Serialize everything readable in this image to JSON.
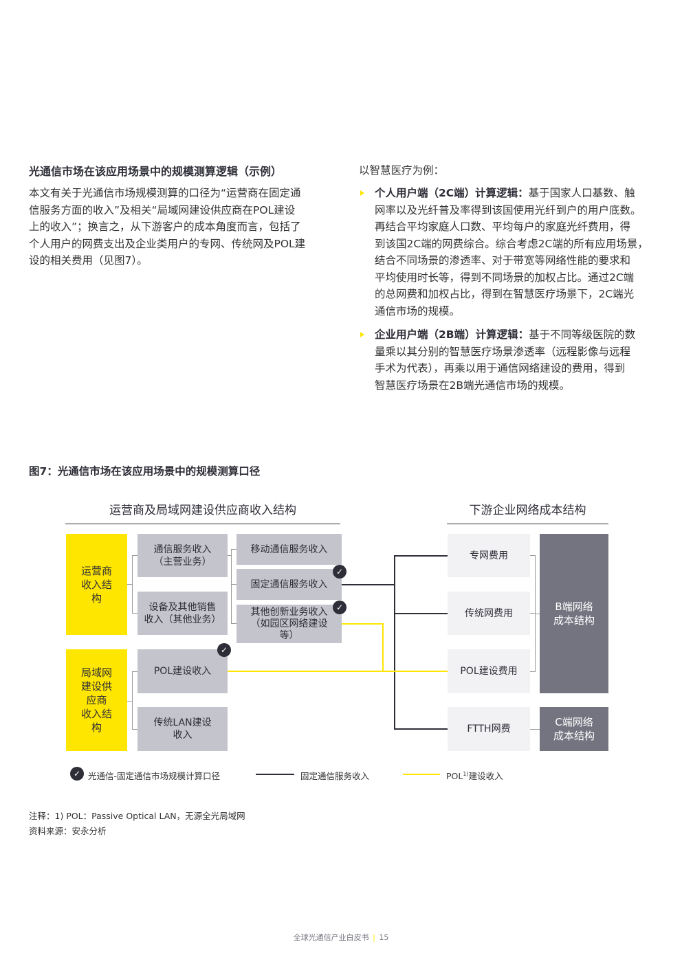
{
  "left": {
    "heading": "光通信市场在该应用场景中的规模测算逻辑（示例）",
    "lines": [
      "本文有关于光通信市场规模测算的口径为“运营商在固定通",
      "信服务方面的收入”及相关“局域网建设供应商在POL建设",
      "上的收入”；换言之，从下游客户的成本角度而言，包括了",
      "个人用户的网费支出及企业类用户的专网、传统网及POL建",
      "设的相关费用（见图7）。"
    ]
  },
  "right": {
    "intro": "以智慧医疗为例：",
    "bullets": [
      {
        "bold": "个人用户端（2C端）计算逻辑：",
        "first": "基于国家人口基数、触",
        "lines": [
          "网率以及光纤普及率得到该国使用光纤到户的用户底数。",
          "再结合平均家庭人口数、平均每户的家庭光纤费用，得",
          "到该国2C端的网费综合。综合考虑2C端的所有应用场景，",
          "结合不同场景的渗透率、对于带宽等网络性能的要求和",
          "平均使用时长等，得到不同场景的加权占比。通过2C端",
          "的总网费和加权占比，得到在智慧医疗场景下，2C端光",
          "通信市场的规模。"
        ]
      },
      {
        "bold": "企业用户端（2B端）计算逻辑：",
        "first": "基于不同等级医院的数",
        "lines": [
          "量乘以其分别的智慧医疗场景渗透率（远程影像与远程",
          "手术为代表），再乘以用于通信网络建设的费用，得到",
          "智慧医疗场景在2B端光通信市场的规模。"
        ]
      }
    ]
  },
  "figure": {
    "title": "图7：光通信市场在该应用场景中的规模测算口径",
    "left_header": "运营商及局域网建设供应商收入结构",
    "right_header": "下游企业网络成本结构",
    "operator_label": [
      "运营商",
      "收入结",
      "构"
    ],
    "lan_label": [
      "局域网",
      "建设供",
      "应商",
      "收入结",
      "构"
    ],
    "telecom_service": [
      "通信服务收入",
      "（主营业务）"
    ],
    "equipment_sales": [
      "设备及其他销售",
      "收入（其他业务）"
    ],
    "mobile_service": "移动通信服务收入",
    "fixed_service": "固定通信服务收入",
    "innovation": [
      "其他创新业务收入",
      "（如园区网络建设",
      "等）"
    ],
    "pol_revenue": "POL建设收入",
    "lan_revenue": [
      "传统LAN建设",
      "收入"
    ],
    "private_net": "专网费用",
    "traditional_net": "传统网费用",
    "pol_cost": "POL建设费用",
    "ftth": "FTTH网费",
    "b_cost": [
      "B端网络",
      "成本结构"
    ],
    "c_cost": [
      "C端网络",
      "成本结构"
    ],
    "check_glyph": "✓",
    "legend": {
      "check": "光通信-固定通信市场规模计算口径",
      "black_line": "固定通信服务收入",
      "yellow_line_prefix": "POL",
      "yellow_line_sup": "1)",
      "yellow_line_suffix": "建设收入"
    },
    "colors": {
      "yellow": "#ffe600",
      "dark": "#2e2e38",
      "grey": "#c4c4cd",
      "light": "#f2f2f4",
      "slate": "#747480"
    }
  },
  "notes": {
    "note": "注释：1) POL：Passive Optical LAN，无源全光局域网",
    "source": "资料来源：安永分析"
  },
  "footer": {
    "title": "全球光通信产业白皮书",
    "sep": "|",
    "page": "15"
  }
}
